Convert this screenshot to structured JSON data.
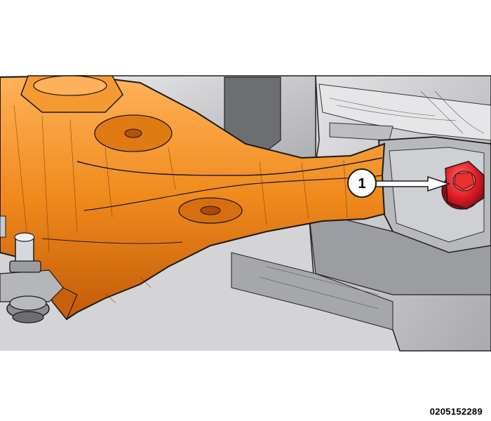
{
  "callout": {
    "number": "1"
  },
  "figure_id": "0205152289",
  "colors": {
    "control_arm": "#f08a1c",
    "control_arm_shadow": "#c85f0a",
    "bolt": "#e01b24",
    "frame": "#cfcfd1",
    "frame_dark": "#8d8e92",
    "outline": "#1a1a1a"
  },
  "icons": [
    "control-arm",
    "mounting-bolt",
    "callout-arrow",
    "ball-joint-nut"
  ]
}
